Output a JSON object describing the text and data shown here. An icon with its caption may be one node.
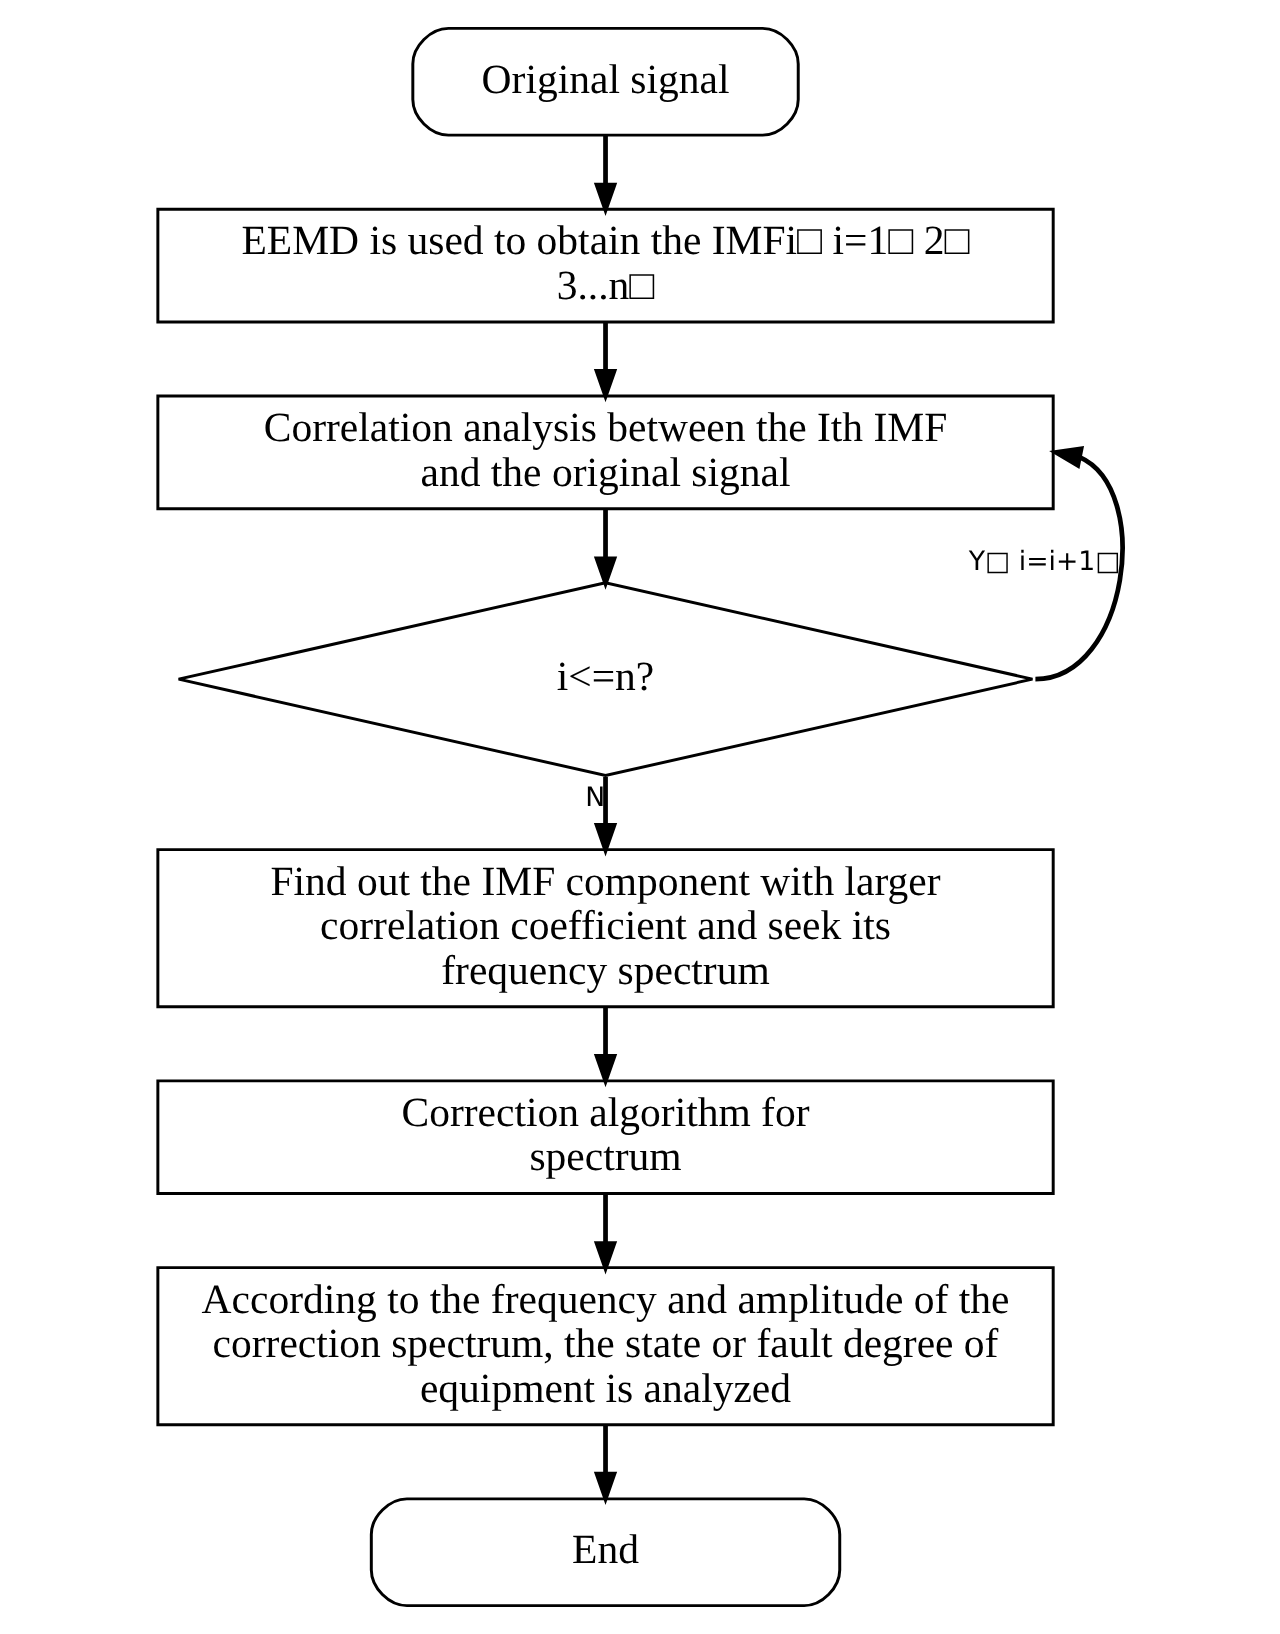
{
  "diagram": {
    "nodes": [
      {
        "text": [
          "Original signal"
        ]
      },
      {
        "text": [
          "EEMD is used to obtain the IMFi□ i=1□ 2□ 3...n□"
        ]
      },
      {
        "text": [
          "Correlation analysis between the Ith IMF and the original signal"
        ]
      },
      {
        "text": [
          "i<=n?"
        ]
      },
      {
        "text": [
          "Find out the IMF component with larger correlation coefficient and seek its frequency spectrum"
        ]
      },
      {
        "text": [
          "Correction algorithm for spectrum"
        ]
      },
      {
        "text": [
          "According to the frequency and amplitude of the correction spectrum, the state or fault degree of equipment is analyzed"
        ]
      },
      {
        "text": [
          "End"
        ]
      }
    ],
    "edges": [
      {
        "from": 0,
        "to": 1,
        "arrow": "to"
      },
      {
        "from": 1,
        "to": 2,
        "arrow": "to"
      },
      {
        "from": 2,
        "to": 3,
        "arrow": "to"
      },
      {
        "from": 3,
        "to": 2,
        "arrow": "to",
        "label": "Y□ i=i+1□"
      },
      {
        "from": 3,
        "to": 4,
        "arrow": "to",
        "label": "N"
      },
      {
        "from": 4,
        "to": 5,
        "arrow": "to"
      },
      {
        "from": 5,
        "to": 6,
        "arrow": "to"
      },
      {
        "from": 6,
        "to": 7,
        "arrow": "to"
      }
    ]
  }
}
